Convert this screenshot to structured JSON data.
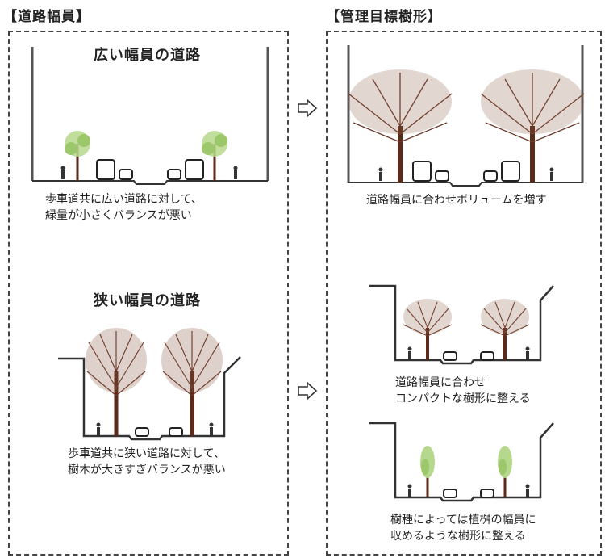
{
  "left_panel": {
    "title": "【道路幅員】",
    "wide": {
      "heading": "広い幅員の道路",
      "caption_line1": "歩車道共に広い道路に対して、",
      "caption_line2": "緑量が小さくバランスが悪い"
    },
    "narrow": {
      "heading": "狭い幅員の道路",
      "caption_line1": "歩車道共に狭い道路に対して、",
      "caption_line2": "樹木が大きすぎバランスが悪い"
    }
  },
  "right_panel": {
    "title": "【管理目標樹形】",
    "wide": {
      "caption_line1": "道路幅員に合わせボリュームを増す"
    },
    "compact": {
      "caption_line1": "道路幅員に合わせ",
      "caption_line2": "コンパクトな樹形に整える"
    },
    "planter": {
      "caption_line1": "樹種によっては植桝の幅員に",
      "caption_line2": "収めるような樹形に整える"
    }
  },
  "arrows": [
    "right-arrow-icon",
    "right-arrow-icon"
  ],
  "colors": {
    "trunk": "#5b2a1a",
    "branch": "#6b3a2a",
    "leaf": "#9cc76a",
    "ground": "#333333",
    "wall": "#666666"
  }
}
